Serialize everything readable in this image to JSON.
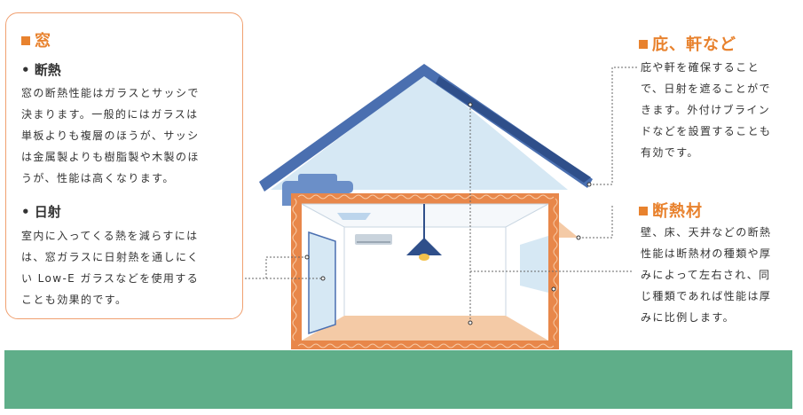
{
  "window_section": {
    "title": "窓",
    "insulation_heading": "• 断熱",
    "insulation_lines": [
      "窓の断熱性能はガラスとサッシで",
      "決まります。一般的にはガラスは",
      "単板よりも複層のほうが、サッシ",
      "は金属製よりも樹脂製や木製のほ",
      "うが、性能は高くなります。"
    ],
    "solar_heading": "• 日射",
    "solar_lines": [
      "室内に入ってくる熱を減らすには",
      "は、窓ガラスに日射熱を通しにく",
      "い Low-E ガラスなどを使用する",
      "ことも効果的です。"
    ]
  },
  "eaves_section": {
    "title": "庇、軒など",
    "lines": [
      "庇や軒を確保すること",
      "で、日射を遮ることがで",
      "きます。外付けブライン",
      "ドなどを設置することも",
      "有効です。"
    ]
  },
  "insulation_material_section": {
    "title": "断熱材",
    "lines": [
      "壁、床、天井などの断熱",
      "性能は断熱材の種類や厚",
      "みによって左右され、同",
      "じ種類であれば性能は厚",
      "みに比例します。"
    ]
  },
  "colors": {
    "accent": "#e8822e",
    "roof": "#4a6fb0",
    "wall_insulation": "#e8874a",
    "attic": "#d6e8f4",
    "ground": "#5fae89"
  }
}
